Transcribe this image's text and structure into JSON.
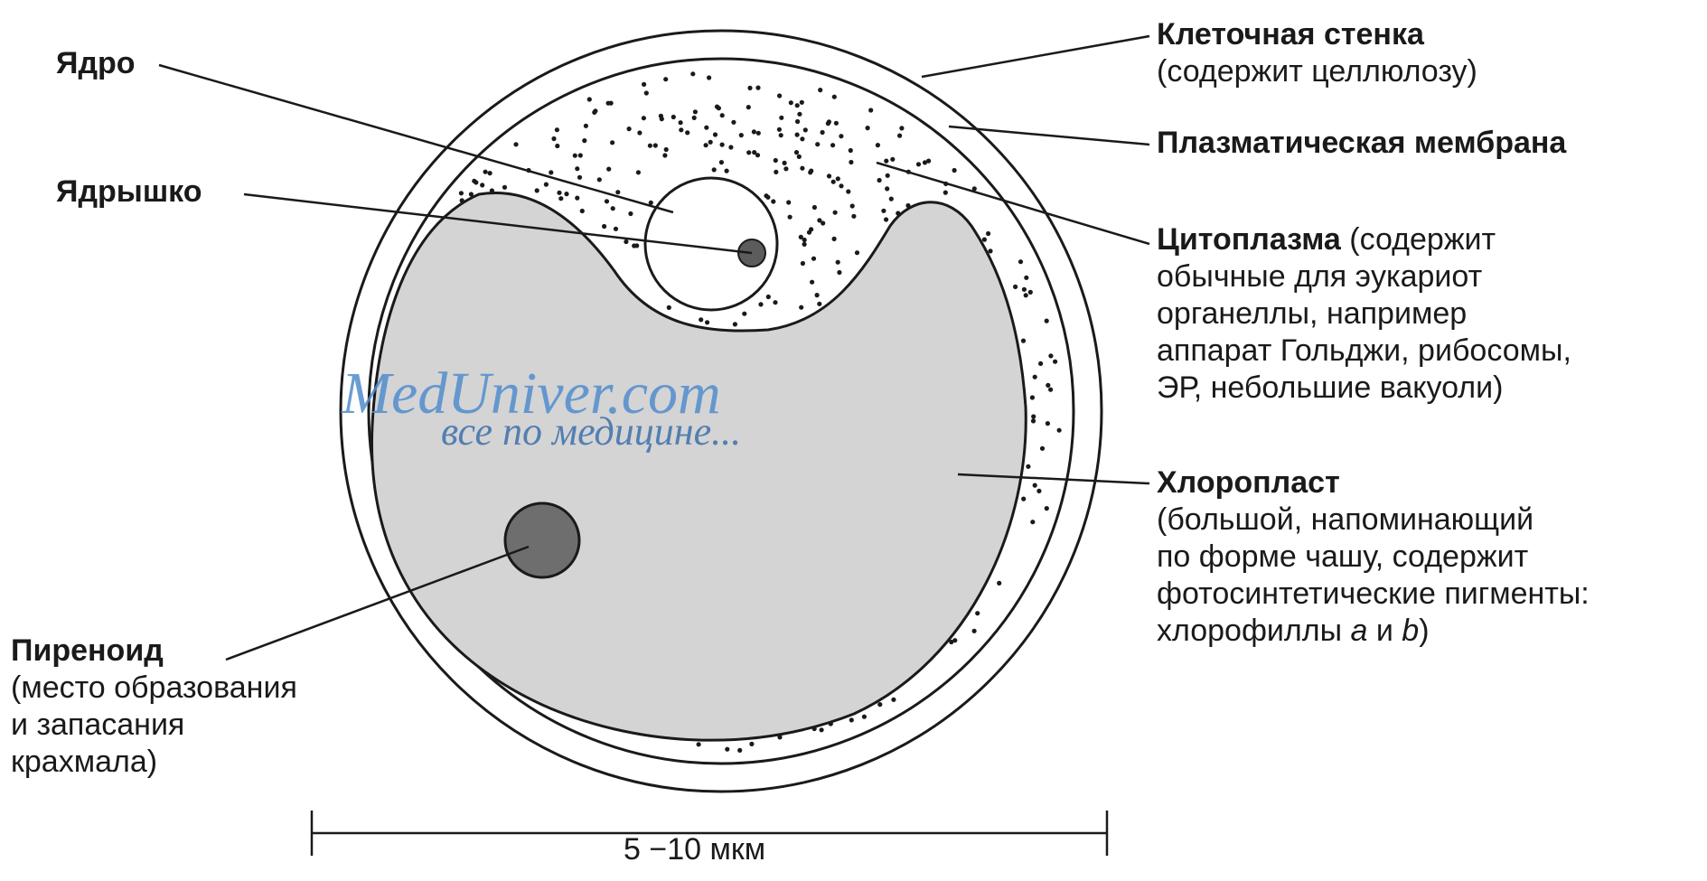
{
  "labels": {
    "nucleus": {
      "title": "Ядро"
    },
    "nucleolus": {
      "title": "Ядрышко"
    },
    "pyrenoid": {
      "title": "Пиреноид",
      "desc_lines": [
        "(место образования",
        "и запасания",
        "крахмала)"
      ]
    },
    "cell_wall": {
      "title": "Клеточная стенка",
      "desc": "(содержит целлюлозу)"
    },
    "plasma_membrane": {
      "title": "Плазматическая мембрана"
    },
    "cytoplasm": {
      "title": "Цитоплазма",
      "desc_first": " (содержит",
      "desc_lines": [
        "обычные для эукариот",
        "органеллы, например",
        "аппарат Гольджи, рибосомы,",
        "ЭР, небольшие вакуоли)"
      ]
    },
    "chloroplast": {
      "title": "Хлоропласт",
      "desc_lines": [
        "(большой, напоминающий",
        "по форме чашу, содержит",
        "фотосинтетические пигменты:"
      ],
      "last_prefix": "хлорофиллы ",
      "pigment_a": "a",
      "last_middle": " и ",
      "pigment_b": "b",
      "last_suffix": ")"
    }
  },
  "scale": {
    "text": "5 −10 мкм"
  },
  "watermark": {
    "site": "MedUniver.com",
    "tagline": "все по медицине..."
  },
  "colors": {
    "stroke": "#1a1a1a",
    "chloroplast_fill": "#d4d4d4",
    "pyrenoid_fill": "#6e6e6e",
    "nucleolus_fill": "#5c5c5c",
    "dots": "#1a1a1a",
    "watermark": "#3b7fc4"
  }
}
